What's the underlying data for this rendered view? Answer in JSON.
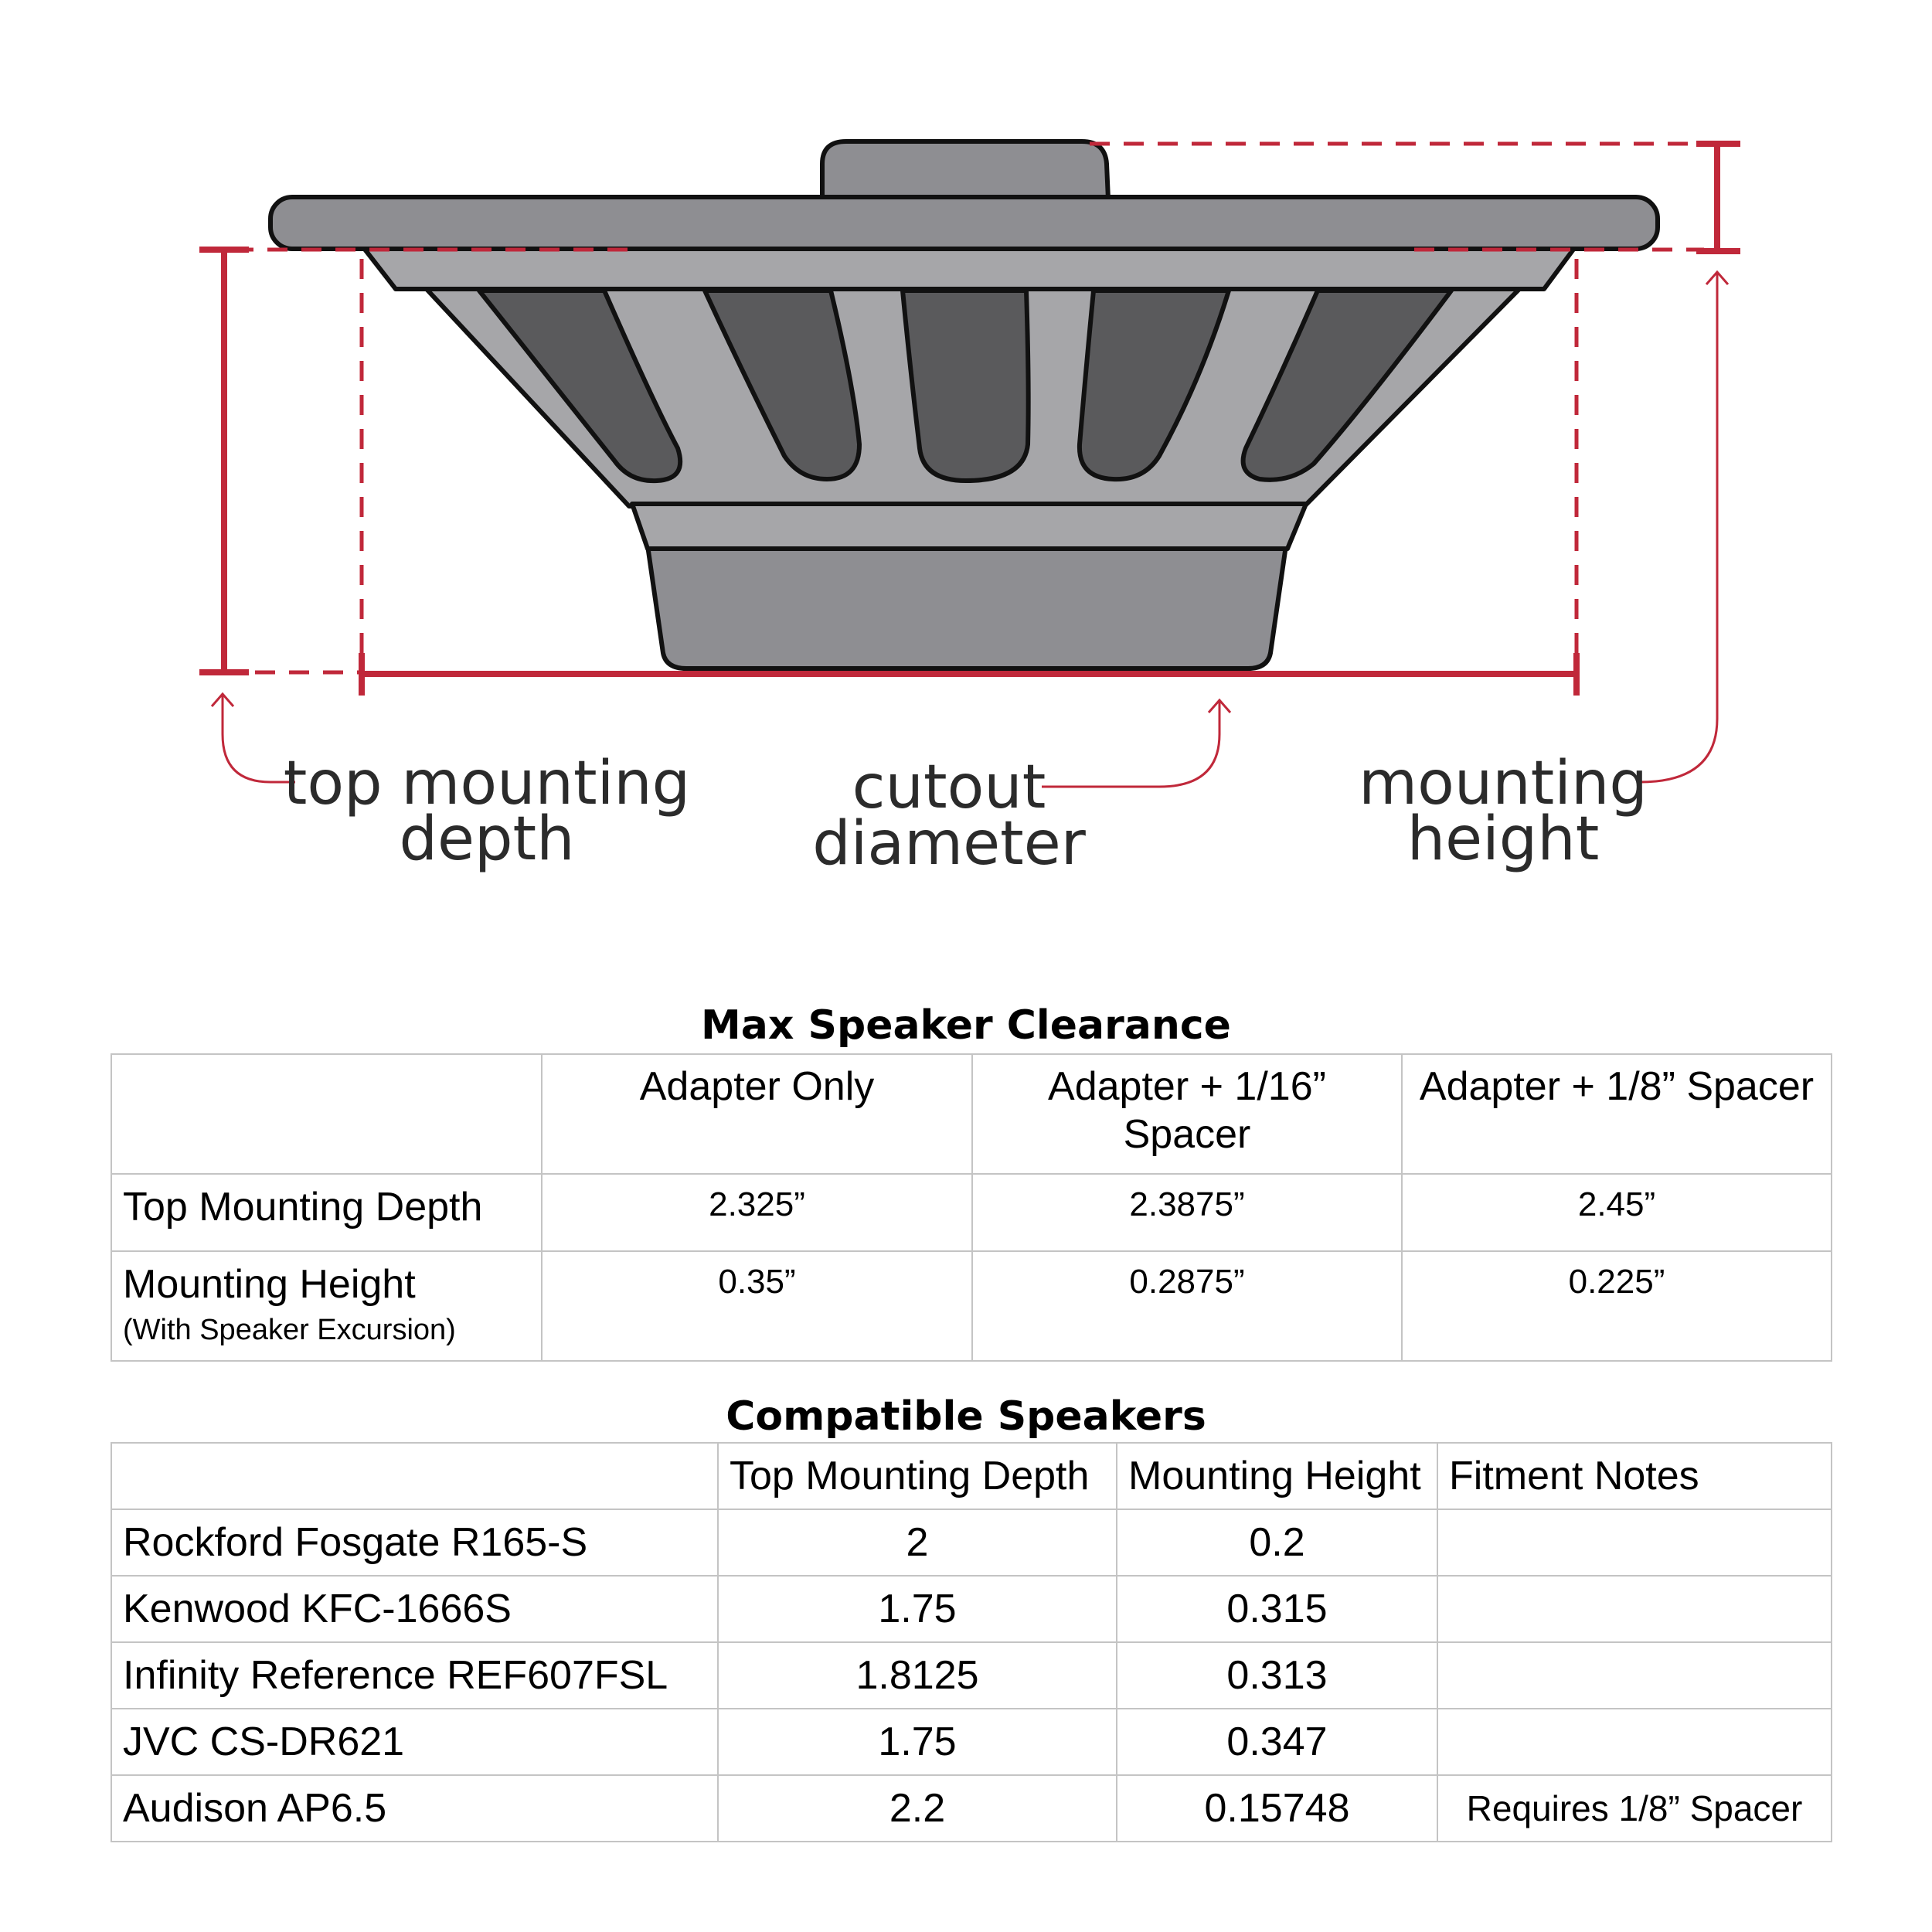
{
  "diagram": {
    "labels": {
      "top_mounting_depth": [
        "top mounting",
        "depth"
      ],
      "cutout_diameter": [
        "cutout",
        "diameter"
      ],
      "mounting_height": [
        "mounting",
        "height"
      ]
    },
    "colors": {
      "dimension_red": "#c0283a",
      "speaker_dark": "#5a5a5c",
      "speaker_mid": "#8e8e92",
      "speaker_light": "#a6a6a9"
    }
  },
  "clearance": {
    "title": "Max Speaker Clearance",
    "headers": [
      "",
      "Adapter Only",
      "Adapter + 1/16” Spacer",
      "Adapter + 1/8” Spacer"
    ],
    "rows": [
      {
        "label": "Top Mounting Depth",
        "sublabel": "",
        "values": [
          "2.325”",
          "2.3875”",
          "2.45”"
        ]
      },
      {
        "label": "Mounting Height",
        "sublabel": "(With Speaker Excursion)",
        "values": [
          "0.35”",
          "0.2875”",
          "0.225”"
        ]
      }
    ]
  },
  "compatible": {
    "title": "Compatible Speakers",
    "headers": [
      "",
      "Top Mounting Depth",
      "Mounting Height",
      "Fitment Notes"
    ],
    "rows": [
      {
        "name": "Rockford Fosgate R165-S",
        "depth": "2",
        "height": "0.2",
        "notes": ""
      },
      {
        "name": "Kenwood KFC-1666S",
        "depth": "1.75",
        "height": "0.315",
        "notes": ""
      },
      {
        "name": "Infinity Reference REF607FSL",
        "depth": "1.8125",
        "height": "0.313",
        "notes": ""
      },
      {
        "name": "JVC CS-DR621",
        "depth": "1.75",
        "height": "0.347",
        "notes": ""
      },
      {
        "name": "Audison AP6.5",
        "depth": "2.2",
        "height": "0.15748",
        "notes": "Requires 1/8” Spacer"
      }
    ]
  }
}
